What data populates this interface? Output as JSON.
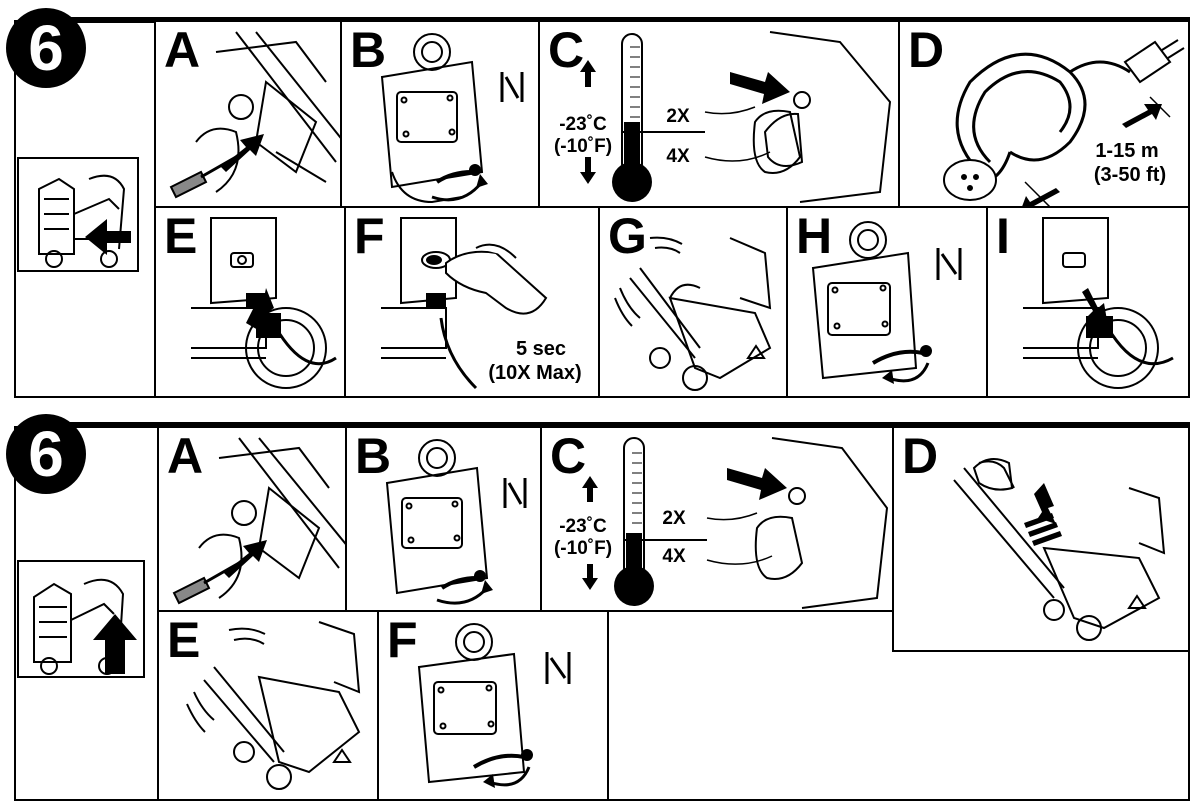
{
  "section1": {
    "step": "6",
    "panels": {
      "A": "A",
      "B": "B",
      "C": "C",
      "D": "D",
      "E": "E",
      "F": "F",
      "G": "G",
      "H": "H",
      "I": "I"
    },
    "choke_symbol": "|\\|",
    "temp_c": "-23˚C",
    "temp_f": "(-10˚F)",
    "press_2x": "2X",
    "press_4x": "4X",
    "cord_m": "1-15 m",
    "cord_ft": "(3-50 ft)",
    "button_time": "5 sec",
    "button_max": "(10X Max)"
  },
  "section2": {
    "step": "6",
    "panels": {
      "A": "A",
      "B": "B",
      "C": "C",
      "D": "D",
      "E": "E",
      "F": "F"
    },
    "temp_c": "-23˚C",
    "temp_f": "(-10˚F)",
    "press_2x": "2X",
    "press_4x": "4X"
  },
  "icons": [
    "snowblower-icon",
    "arrow-icon",
    "thermometer-icon",
    "extension-cord-icon",
    "hand-icon",
    "choke-knob-icon",
    "primer-button-icon",
    "engine-panel-icon",
    "wheel-icon",
    "pull-cord-icon"
  ]
}
